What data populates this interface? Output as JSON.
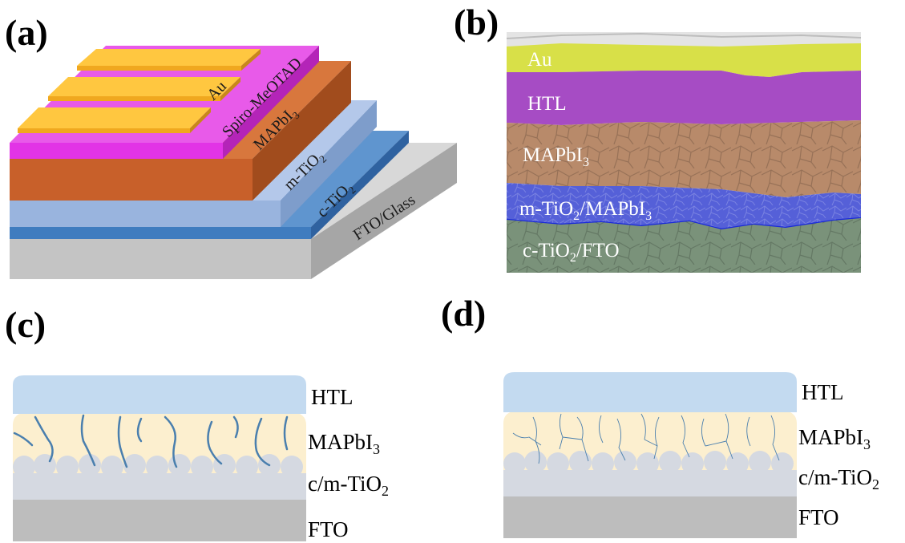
{
  "panels": {
    "a": {
      "label": "(a)",
      "layers": {
        "au": "Au",
        "spiro": "Spiro-MeOTAD",
        "mapbi": "MAPbI",
        "mapbi_sub": "3",
        "mtio": "m-TiO",
        "mtio_sub": "2",
        "ctio": "c-TiO",
        "ctio_sub": "2",
        "fto": "FTO/Glass"
      },
      "colors": {
        "au": "#f5b82e",
        "spiro": "#e234e6",
        "mapbi": "#c8602a",
        "mtio": "#99b4de",
        "ctio": "#3f7cbf",
        "fto": "#c4c4c4"
      }
    },
    "b": {
      "label": "(b)",
      "layers": {
        "au": "Au",
        "htl": "HTL",
        "mapbi": "MAPbI",
        "mapbi_sub": "3",
        "mtio": "m-TiO",
        "mtio_sub": "2",
        "mtio_tail": "/MAPbI",
        "mtio_tail_sub": "3",
        "ctio": "c-TiO",
        "ctio_sub": "2",
        "ctio_tail": "/FTO"
      },
      "colors": {
        "au": "#d8e048",
        "htl": "#a64cc4",
        "mapbi": "#b88a6a",
        "mtio": "#5560d8",
        "ctio": "#7a927a"
      }
    },
    "c": {
      "label": "(c)",
      "layers": {
        "htl": "HTL",
        "mapbi": "MAPbI",
        "mapbi_sub": "3",
        "tio": "c/m-TiO",
        "tio_sub": "2",
        "fto": "FTO"
      }
    },
    "d": {
      "label": "(d)",
      "layers": {
        "htl": "HTL",
        "mapbi": "MAPbI",
        "mapbi_sub": "3",
        "tio": "c/m-TiO",
        "tio_sub": "2",
        "fto": "FTO"
      }
    }
  },
  "schematic_colors": {
    "htl": "#c3daf0",
    "perovskite": "#fcefcf",
    "tio": "#d5d9e1",
    "fto": "#bdbdbd",
    "crack": "#4a7fae"
  }
}
